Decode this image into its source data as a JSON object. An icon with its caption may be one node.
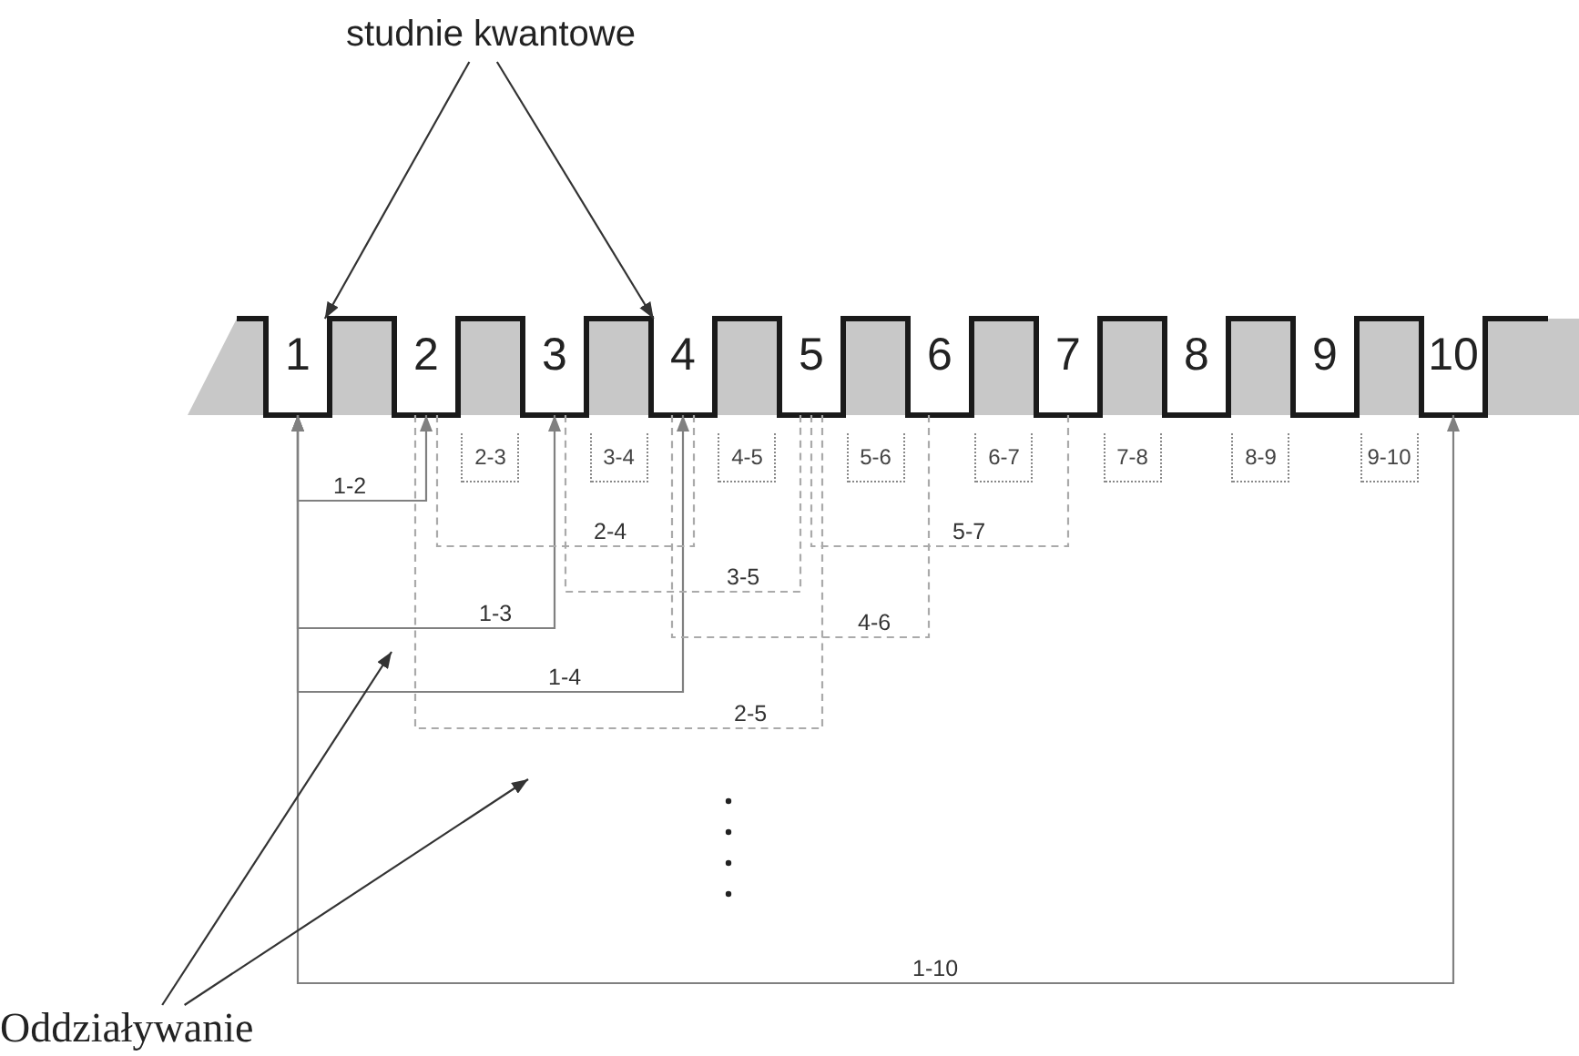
{
  "diagram": {
    "nodes": [
      {
        "text": [
          "studnie kwantowe"
        ]
      },
      {
        "text": [
          "1"
        ]
      },
      {
        "text": [
          "2"
        ]
      },
      {
        "text": [
          "3"
        ]
      },
      {
        "text": [
          "4"
        ]
      },
      {
        "text": [
          "5"
        ]
      },
      {
        "text": [
          "6"
        ]
      },
      {
        "text": [
          "7"
        ]
      },
      {
        "text": [
          "8"
        ]
      },
      {
        "text": [
          "9"
        ]
      },
      {
        "text": [
          "10"
        ]
      },
      {
        "text": [
          "2-3"
        ]
      },
      {
        "text": [
          "3-4"
        ]
      },
      {
        "text": [
          "4-5"
        ]
      },
      {
        "text": [
          "5-6"
        ]
      },
      {
        "text": [
          "6-7"
        ]
      },
      {
        "text": [
          "7-8"
        ]
      },
      {
        "text": [
          "8-9"
        ]
      },
      {
        "text": [
          "9-10"
        ]
      },
      {
        "text": [
          "Oddziaływanie"
        ]
      }
    ],
    "edges": [
      {
        "from": 0,
        "to": 1,
        "arrow": "to",
        "color": "#333333"
      },
      {
        "from": 0,
        "to": 4,
        "arrow": "to",
        "color": "#333333"
      },
      {
        "from": 1,
        "to": 2,
        "arrow": "both",
        "label": "1-2",
        "color": "#808080"
      },
      {
        "from": 1,
        "to": 3,
        "arrow": "both",
        "label": "1-3",
        "color": "#808080"
      },
      {
        "from": 1,
        "to": 4,
        "arrow": "both",
        "label": "1-4",
        "color": "#808080"
      },
      {
        "from": 1,
        "to": 10,
        "arrow": "both",
        "label": "1-10",
        "color": "#808080"
      },
      {
        "from": 2,
        "to": 4,
        "arrow": "none",
        "label": "2-4",
        "style": "dashed",
        "color": "#aaaaaa"
      },
      {
        "from": 3,
        "to": 5,
        "arrow": "none",
        "label": "3-5",
        "style": "dashed",
        "color": "#aaaaaa"
      },
      {
        "from": 4,
        "to": 6,
        "arrow": "none",
        "label": "4-6",
        "style": "dashed",
        "color": "#aaaaaa"
      },
      {
        "from": 5,
        "to": 7,
        "arrow": "none",
        "label": "5-7",
        "style": "dashed",
        "color": "#aaaaaa"
      },
      {
        "from": 2,
        "to": 5,
        "arrow": "none",
        "label": "2-5",
        "style": "dashed",
        "color": "#aaaaaa"
      },
      {
        "from": 19,
        "to": null,
        "arrow": "to",
        "color": "#333333"
      },
      {
        "from": 19,
        "to": null,
        "arrow": "to",
        "color": "#333333"
      }
    ]
  }
}
